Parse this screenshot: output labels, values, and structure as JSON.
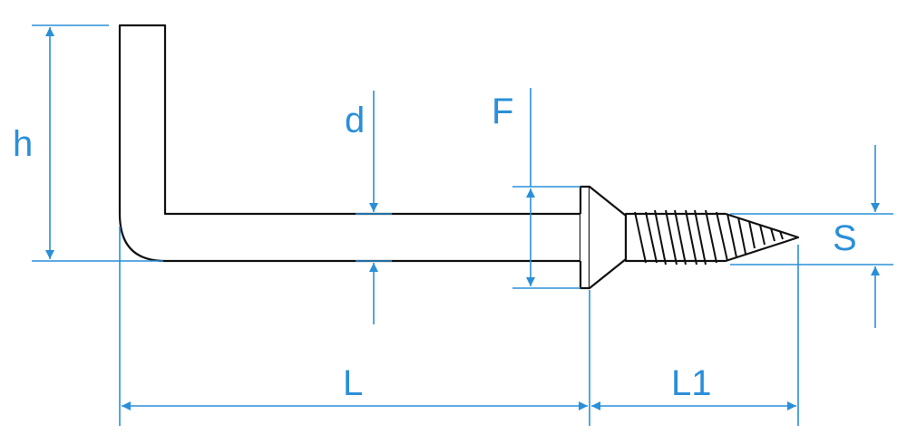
{
  "colors": {
    "outline": "#111111",
    "dimension": "#2a8fd8",
    "background": "#ffffff"
  },
  "labels": {
    "h": "h",
    "d": "d",
    "F": "F",
    "S": "S",
    "L": "L",
    "L1": "L1"
  }
}
